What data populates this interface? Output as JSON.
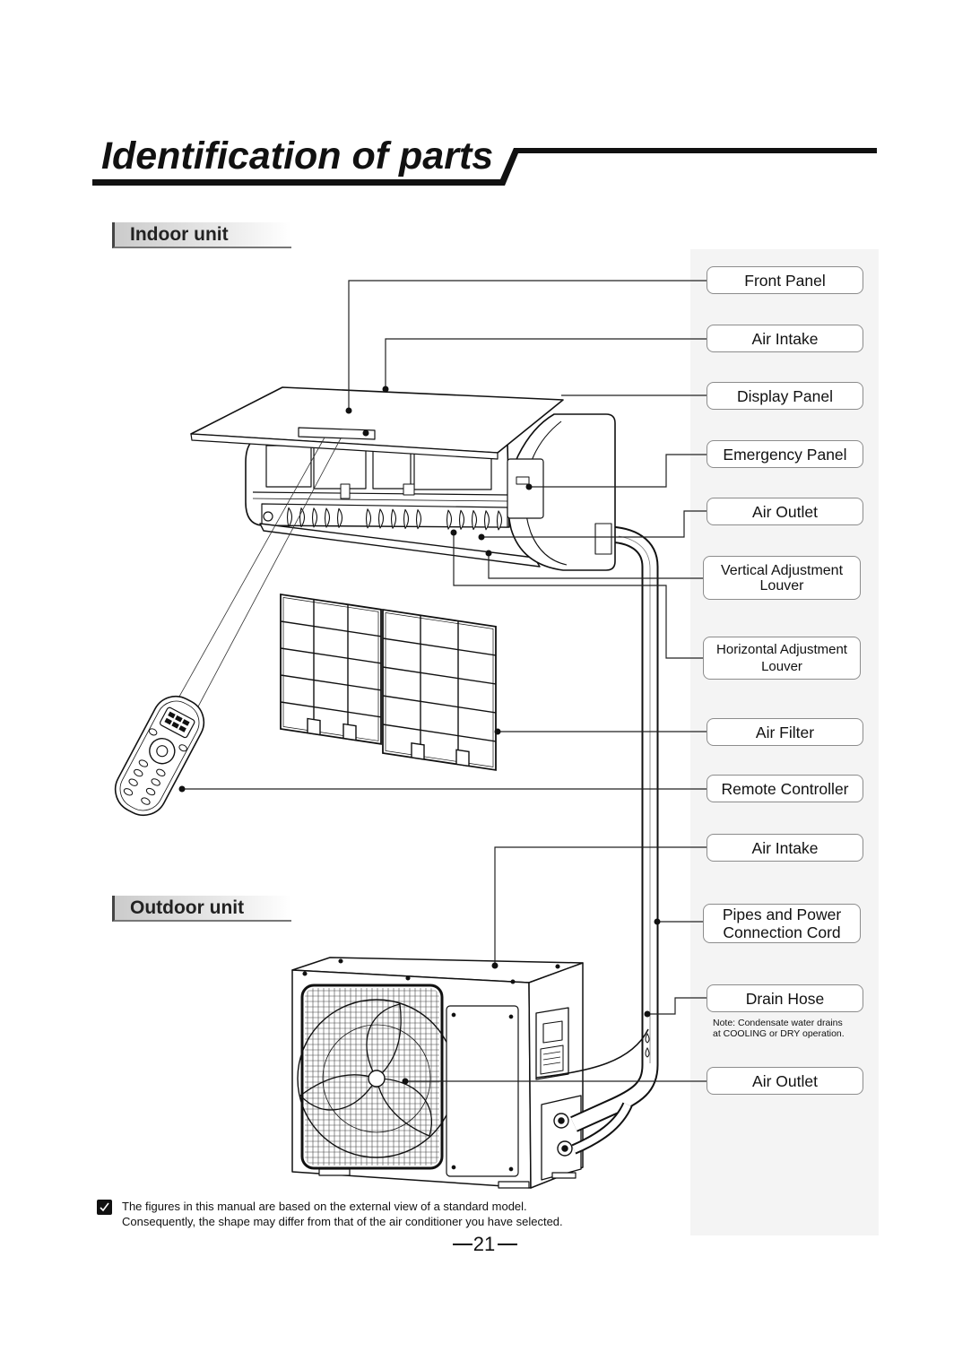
{
  "header": {
    "title": "Identification of parts"
  },
  "sections": {
    "indoor": "Indoor unit",
    "outdoor": "Outdoor unit"
  },
  "parts": [
    {
      "lines": [
        "Front Panel"
      ]
    },
    {
      "lines": [
        "Air Intake"
      ]
    },
    {
      "lines": [
        "Display Panel"
      ]
    },
    {
      "lines": [
        "Emergency Panel"
      ]
    },
    {
      "lines": [
        "Air Outlet"
      ]
    },
    {
      "lines": [
        "Vertical Adjustment",
        "Louver"
      ]
    },
    {
      "lines": [
        "Horizontal Adjustment",
        "Louver"
      ]
    },
    {
      "lines": [
        "Air Filter"
      ]
    },
    {
      "lines": [
        "Remote Controller"
      ]
    },
    {
      "lines": [
        "Air Intake"
      ]
    },
    {
      "lines": [
        "Pipes and Power",
        "Connection Cord"
      ]
    },
    {
      "lines": [
        "Drain Hose"
      ]
    },
    {
      "lines": [
        "Air Outlet"
      ]
    }
  ],
  "drain_note": [
    "Note: Condensate water drains",
    "at COOLING or DRY operation."
  ],
  "footer": {
    "note": [
      "The figures in this manual are based on the external view of a standard model.",
      "Consequently, the shape may differ from that of the air conditioner you have selected."
    ],
    "page_number": "21"
  },
  "icons": {
    "footer_note": "checkbox-check-icon"
  },
  "colors": {
    "label_column_background": "#f4f4f4",
    "label_border": "#8c8c8c",
    "ink": "#111111"
  }
}
